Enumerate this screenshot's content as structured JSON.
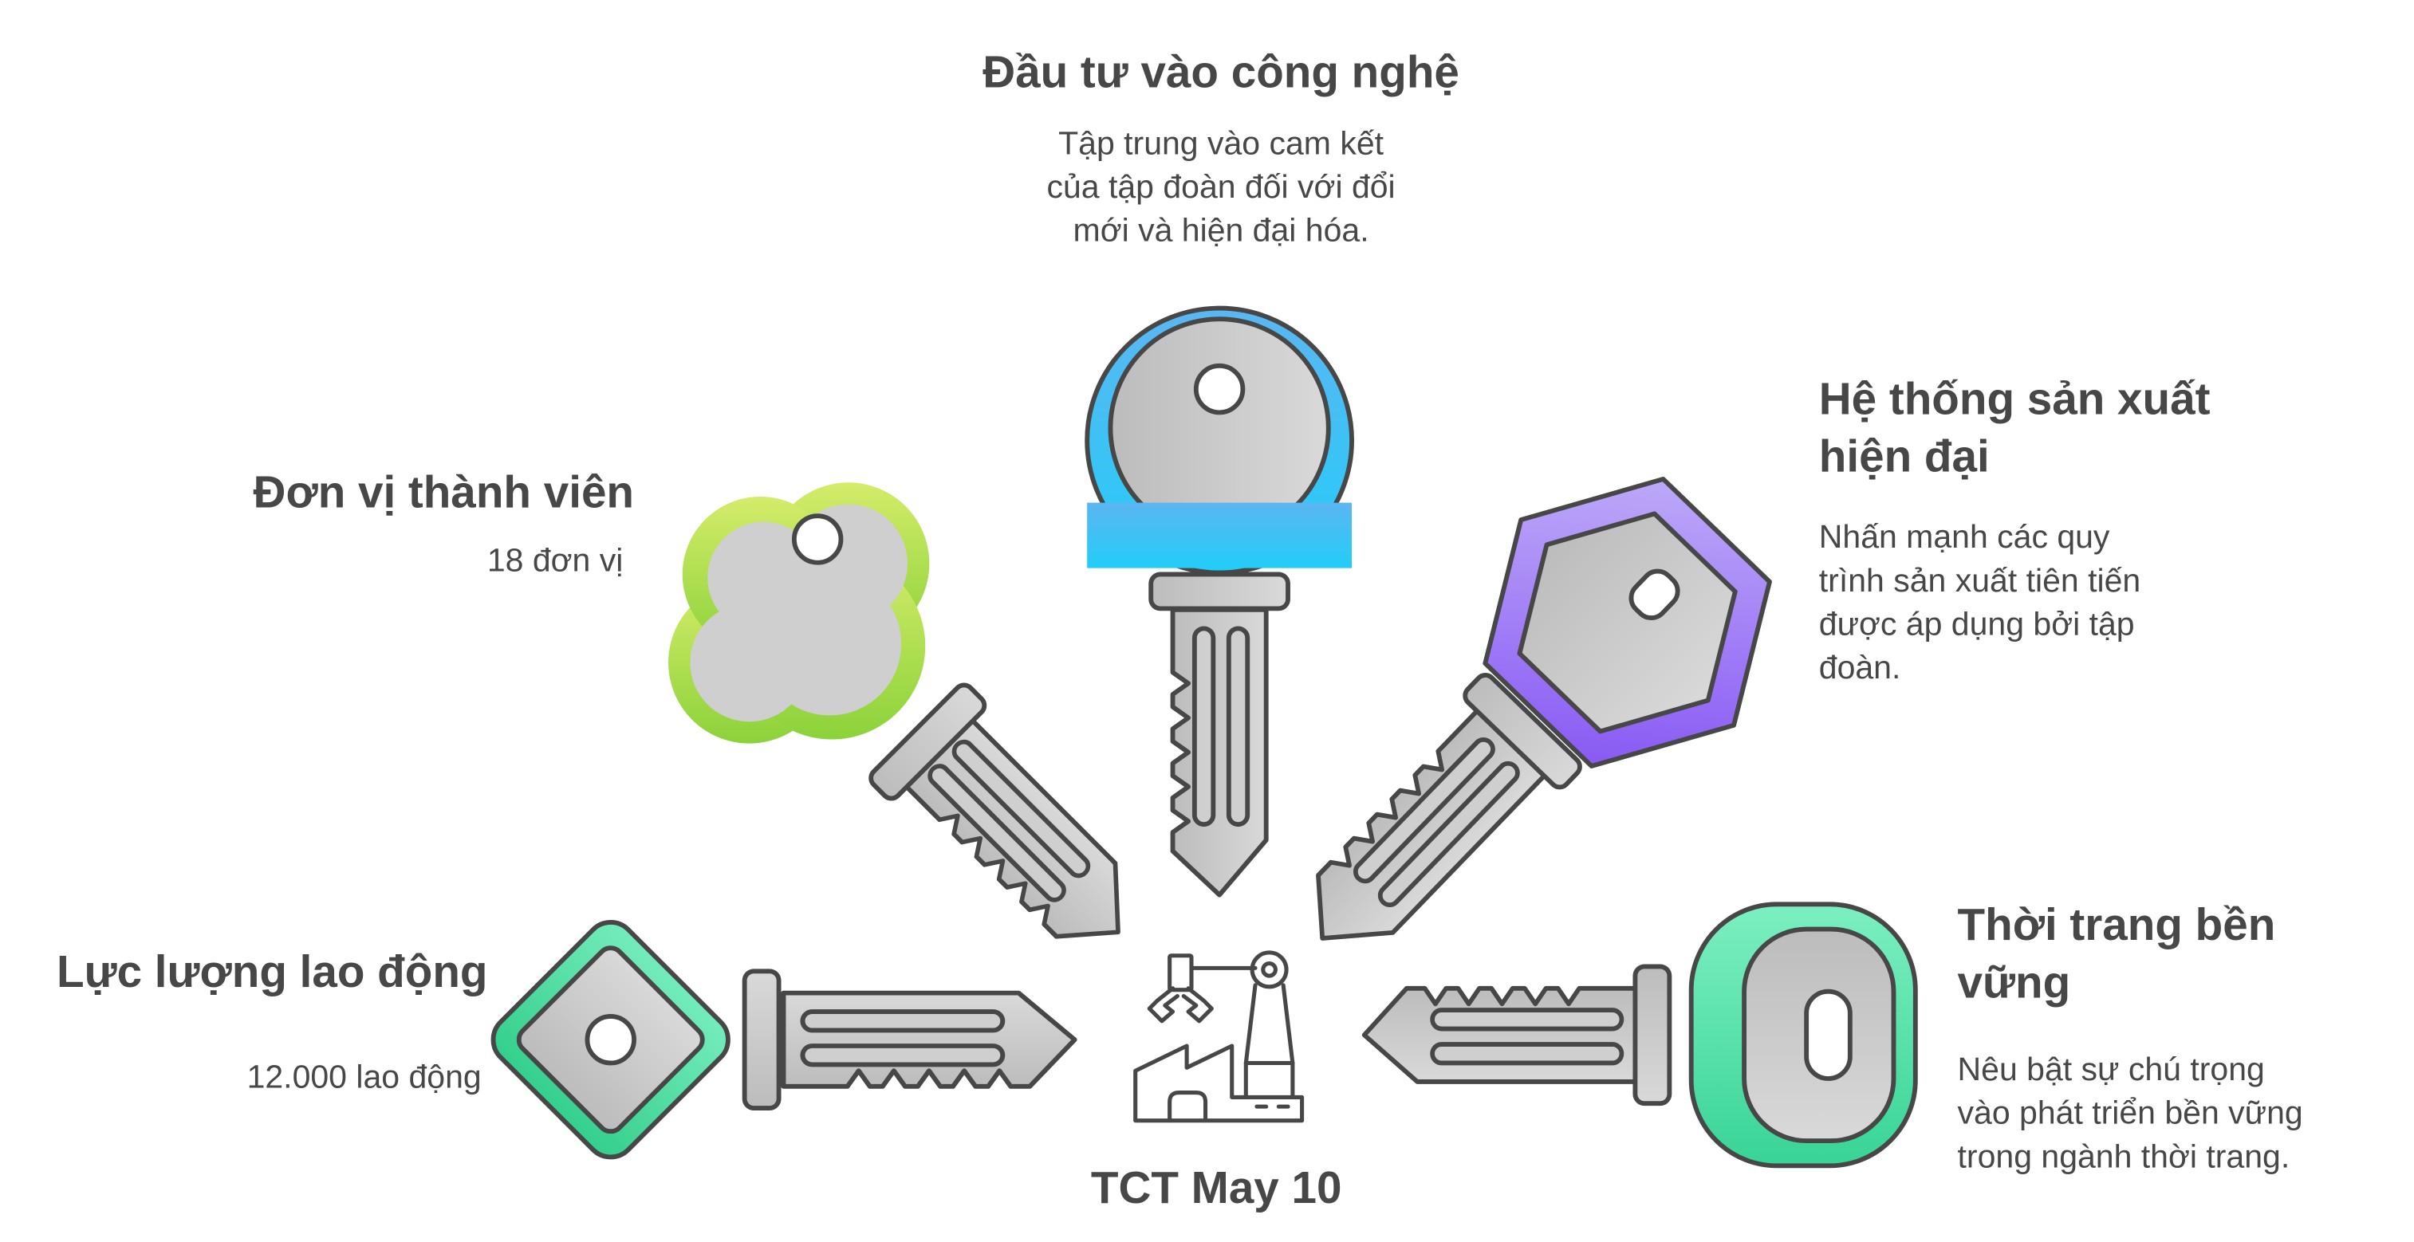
{
  "center": {
    "label": "TCT May 10",
    "icon": "factory-robot-arm-icon"
  },
  "items": [
    {
      "title_lines": [
        "Đầu tư vào công nghệ"
      ],
      "desc_lines": [
        "Tập trung vào cam kết",
        "của tập đoàn đối với đổi",
        "mới và hiện đại hóa."
      ],
      "color_top": "#5bb6f2",
      "color_bottom": "#22cdf8"
    },
    {
      "title_lines": [
        "Đơn vị thành viên"
      ],
      "desc_lines": [
        "18 đơn vị"
      ],
      "color_top": "#d4ec6a",
      "color_bottom": "#8cd23a"
    },
    {
      "title_lines": [
        "Hệ thống sản xuất",
        "hiện đại"
      ],
      "desc_lines": [
        "Nhấn mạnh các quy",
        "trình sản xuất tiên tiến",
        "được áp dụng bởi tập",
        "đoàn."
      ],
      "color_top": "#bba6f8",
      "color_bottom": "#8a5cf4"
    },
    {
      "title_lines": [
        "Lực lượng lao động"
      ],
      "desc_lines": [
        "12.000 lao động"
      ],
      "color_top": "#74ecbb",
      "color_bottom": "#34cf8c"
    },
    {
      "title_lines": [
        "Thời trang bền",
        "vững"
      ],
      "desc_lines": [
        "Nêu bật sự chú trọng",
        "vào phát triển bền vững",
        "trong ngành thời trang."
      ],
      "color_top": "#7cefc0",
      "color_bottom": "#38d495"
    }
  ],
  "colors": {
    "text": "#474747",
    "stroke": "#474747",
    "metal_light": "#d9d9d9",
    "metal_dark": "#bcbcbc"
  }
}
